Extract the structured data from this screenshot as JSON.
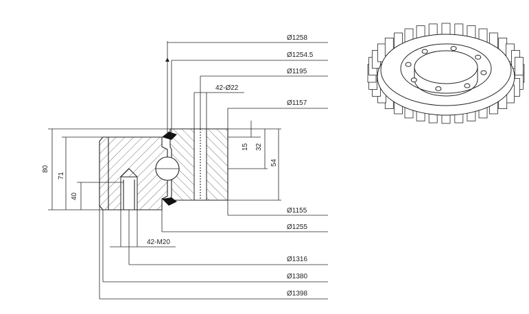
{
  "diameters": {
    "d1258": "Ø1258",
    "d1254_5": "Ø1254.5",
    "d1195": "Ø1195",
    "holes_inner": "42-Ø22",
    "d1157": "Ø1157",
    "d1155": "Ø1155",
    "d1255": "Ø1255",
    "holes_outer": "42-M20",
    "d1316": "Ø1316",
    "d1380": "Ø1380",
    "d1398": "Ø1398"
  },
  "heights": {
    "h80": "80",
    "h71": "71",
    "h40": "40",
    "h15": "15",
    "h32": "32",
    "h54": "54"
  },
  "colors": {
    "line": "#222222",
    "seal": "#111111"
  }
}
